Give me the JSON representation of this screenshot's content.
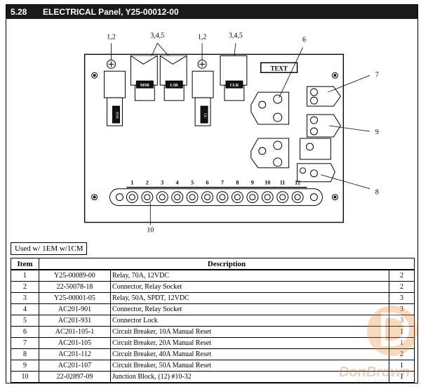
{
  "section": {
    "number": "5.28",
    "title": "ELECTRICAL Panel, Y25-00012-00"
  },
  "diagram": {
    "callouts": {
      "c1": "1,2",
      "c2": "3,4,5",
      "c3": "1,2",
      "c4": "3,4,5",
      "c5": "6",
      "c6": "7",
      "c7": "9",
      "c8": "8",
      "c9": "10"
    },
    "labels": {
      "msr": "MSR",
      "lsr": "LSR",
      "clr": "CLR",
      "text": "TEXT",
      "hsr": "HSR",
      "cr": "CR"
    },
    "terminal_numbers": [
      "1",
      "2",
      "3",
      "4",
      "5",
      "6",
      "7",
      "8",
      "9",
      "10",
      "11",
      "12"
    ]
  },
  "used_note": "Used w/ 1EM w/1CM",
  "table": {
    "headers": {
      "item": "Item",
      "description": "Description"
    },
    "rows": [
      {
        "item": "1",
        "part": "Y25-00089-00",
        "description": "Relay, 70A, 12VDC",
        "qty": "2"
      },
      {
        "item": "2",
        "part": "22-50078-18",
        "description": "Connector, Relay Socket",
        "qty": "2"
      },
      {
        "item": "3",
        "part": "Y25-00001-05",
        "description": "Relay, 50A, SPDT, 12VDC",
        "qty": "3"
      },
      {
        "item": "4",
        "part": "AC201-901",
        "description": "Connector, Relay Socket",
        "qty": "3"
      },
      {
        "item": "5",
        "part": "AC201-931",
        "description": "Connector Lock",
        "qty": "3"
      },
      {
        "item": "6",
        "part": "AC201-105-1",
        "description": "Circuit Breaker, 10A Manual Reset",
        "qty": "1"
      },
      {
        "item": "7",
        "part": "AC201-105",
        "description": "Circuit Breaker, 20A Manual Reset",
        "qty": "1"
      },
      {
        "item": "8",
        "part": "AC201-112",
        "description": "Circuit Breaker, 40A Manual Reset",
        "qty": "2"
      },
      {
        "item": "9",
        "part": "AC201-107",
        "description": "Circuit Breaker, 50A Manual Reset",
        "qty": "1"
      },
      {
        "item": "10",
        "part": "22-02897-09",
        "description": "Junction Block, (12) #10-32",
        "qty": "1"
      }
    ]
  },
  "watermark": {
    "text": "DonBrown",
    "sub": "BUS & PARTS"
  }
}
